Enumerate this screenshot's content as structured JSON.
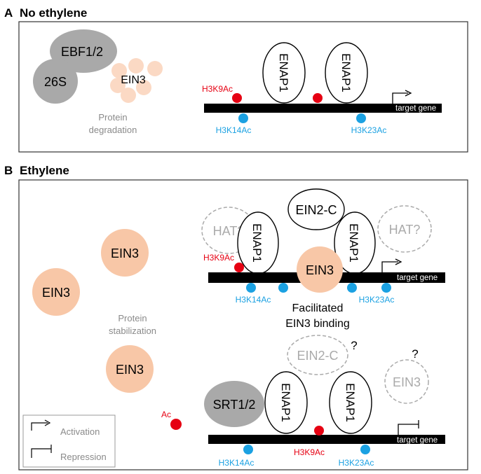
{
  "colors": {
    "acetyl_red": "#e60012",
    "acetyl_blue": "#1ba1e2",
    "ein3_fill": "#f8c7a7",
    "ein3_light": "#fbd9c4",
    "gray_fill": "#a9a9a9",
    "dashed_gray": "#aaaaaa",
    "dna": "#000000",
    "caption_gray": "#8a8a8a"
  },
  "panelA": {
    "letter": "A",
    "title": "No ethylene",
    "ebf": "EBF1/2",
    "proteasome": "26S",
    "ein3": "EIN3",
    "degradation": [
      "Protein",
      "degradation"
    ],
    "enap_left": "ENAP1",
    "enap_right": "ENAP1",
    "h3k9ac": "H3K9Ac",
    "h3k14ac": "H3K14Ac",
    "h3k23ac": "H3K23Ac",
    "target_gene": "target gene"
  },
  "panelB": {
    "letter": "B",
    "title": "Ethylene",
    "ein3": "EIN3",
    "stabilization": [
      "Protein",
      "stabilization"
    ],
    "ac": "Ac",
    "upper": {
      "ein2c": "EIN2-C",
      "hat": "HAT?",
      "enap": "ENAP1",
      "ein3": "EIN3",
      "h3k9ac": "H3K9Ac",
      "h3k14ac": "H3K14Ac",
      "h3k23ac": "H3K23Ac",
      "target_gene": "target gene",
      "facilitated": [
        "Facilitated",
        "EIN3 binding"
      ]
    },
    "lower": {
      "ein2c": "EIN2-C",
      "question": "?",
      "ein3": "EIN3",
      "srt": "SRT1/2",
      "enap": "ENAP1",
      "h3k9ac": "H3K9Ac",
      "h3k14ac": "H3K14Ac",
      "h3k23ac": "H3K23Ac",
      "target_gene": "target gene"
    },
    "legend": {
      "activation": "Activation",
      "repression": "Repression"
    }
  }
}
